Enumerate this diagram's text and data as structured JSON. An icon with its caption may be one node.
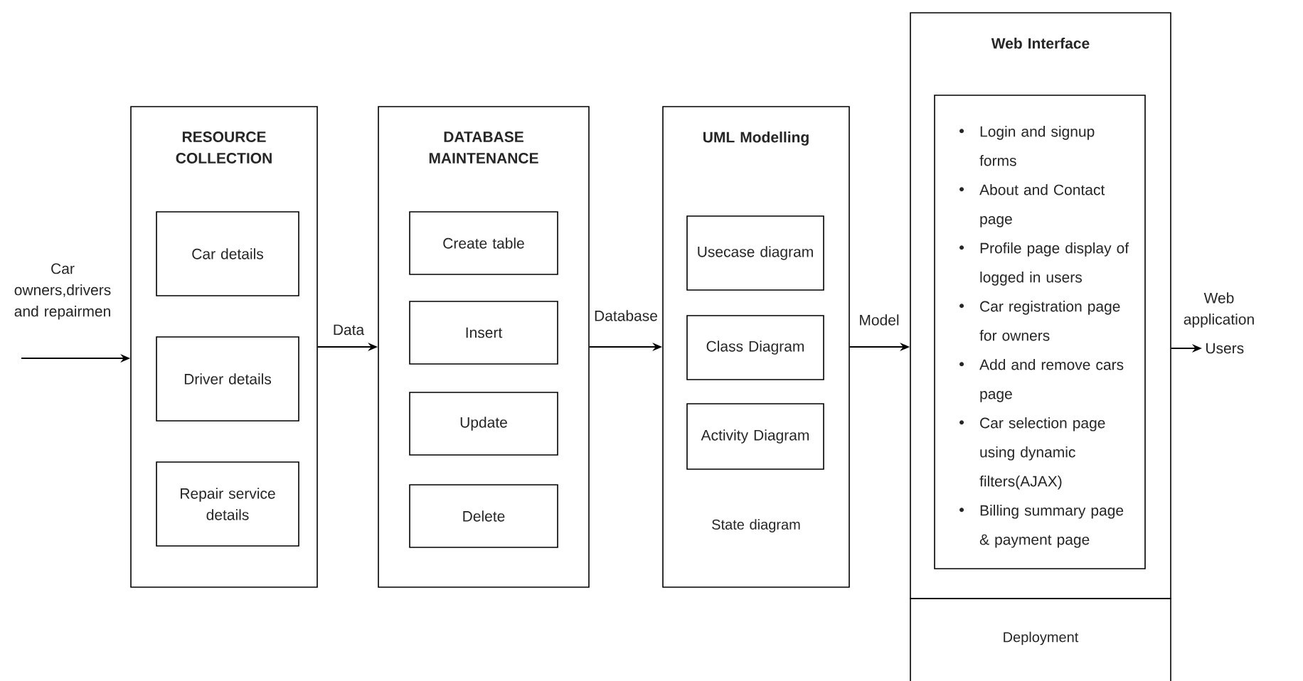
{
  "diagram": {
    "nodes": [
      {
        "text": [
          "RESOURCE COLLECTION"
        ]
      },
      {
        "text": [
          "Car details"
        ],
        "in": 0
      },
      {
        "text": [
          "Driver details"
        ],
        "in": 0
      },
      {
        "text": [
          "Repair service details"
        ],
        "in": 0
      },
      {
        "text": [
          "DATABASE MAINTENANCE"
        ]
      },
      {
        "text": [
          "Create table"
        ],
        "in": 4
      },
      {
        "text": [
          "Insert"
        ],
        "in": 4
      },
      {
        "text": [
          "Update"
        ],
        "in": 4
      },
      {
        "text": [
          "Delete"
        ],
        "in": 4
      },
      {
        "text": [
          "UML Modelling",
          "State diagram"
        ]
      },
      {
        "text": [
          "Usecase diagram"
        ],
        "in": 9
      },
      {
        "text": [
          "Class Diagram"
        ],
        "in": 9
      },
      {
        "text": [
          "Activity Diagram"
        ],
        "in": 9
      },
      {
        "text": [
          "Web Interface"
        ]
      },
      {
        "text": [
          "Login and signup forms",
          "About and Contact page",
          "Profile page display of logged in users",
          "Car registration page for owners",
          "Add and remove cars page",
          "Car selection page using dynamic filters(AJAX)",
          "Billing summary page & payment page"
        ],
        "in": 13
      },
      {
        "text": [
          "Deployment"
        ]
      },
      {
        "text": [
          "Users"
        ]
      }
    ],
    "edges": [
      {
        "from": null,
        "to": 0,
        "arrow": "to",
        "label": "Car owners,drivers and repairmen"
      },
      {
        "from": 0,
        "to": 4,
        "arrow": "to",
        "label": "Data"
      },
      {
        "from": 4,
        "to": 9,
        "arrow": "to",
        "label": "Database"
      },
      {
        "from": 9,
        "to": 13,
        "arrow": "to",
        "label": "Model"
      },
      {
        "from": 13,
        "to": 16,
        "arrow": "to",
        "label": "Web application"
      }
    ]
  }
}
